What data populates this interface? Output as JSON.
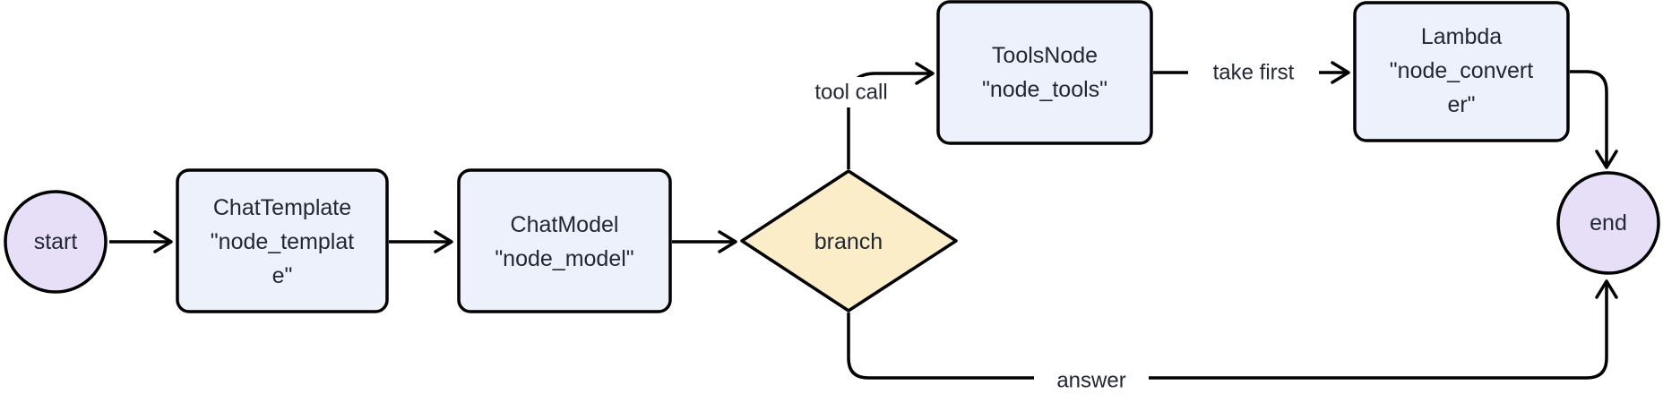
{
  "diagram": {
    "type": "flowchart",
    "direction": "left-to-right",
    "nodes": [
      {
        "id": "start",
        "shape": "circle",
        "lines": [
          "start"
        ]
      },
      {
        "id": "node_template",
        "shape": "rounded-rect",
        "component": "ChatTemplate",
        "lines": [
          "ChatTemplate",
          "\"node_templat",
          "e\""
        ]
      },
      {
        "id": "node_model",
        "shape": "rounded-rect",
        "component": "ChatModel",
        "lines": [
          "ChatModel",
          "\"node_model\""
        ]
      },
      {
        "id": "branch",
        "shape": "diamond",
        "lines": [
          "branch"
        ]
      },
      {
        "id": "node_tools",
        "shape": "rounded-rect",
        "component": "ToolsNode",
        "lines": [
          "ToolsNode",
          "\"node_tools\""
        ]
      },
      {
        "id": "node_converter",
        "shape": "rounded-rect",
        "component": "Lambda",
        "lines": [
          "Lambda",
          "\"node_convert",
          "er\""
        ]
      },
      {
        "id": "end",
        "shape": "circle",
        "lines": [
          "end"
        ]
      }
    ],
    "edges": [
      {
        "from": "start",
        "to": "node_template",
        "label": ""
      },
      {
        "from": "node_template",
        "to": "node_model",
        "label": ""
      },
      {
        "from": "node_model",
        "to": "branch",
        "label": ""
      },
      {
        "from": "branch",
        "to": "node_tools",
        "label": "tool call"
      },
      {
        "from": "node_tools",
        "to": "node_converter",
        "label": "take first"
      },
      {
        "from": "node_converter",
        "to": "end",
        "label": ""
      },
      {
        "from": "branch",
        "to": "end",
        "label": "answer"
      }
    ],
    "colors": {
      "terminal_fill": "#E7DFF8",
      "process_fill": "#ECF1FB",
      "decision_fill": "#FAEDC8",
      "stroke": "#000000",
      "text": "#222733",
      "edge_label_background": "#FFFFFF",
      "page_background": "#FFFFFF"
    }
  }
}
